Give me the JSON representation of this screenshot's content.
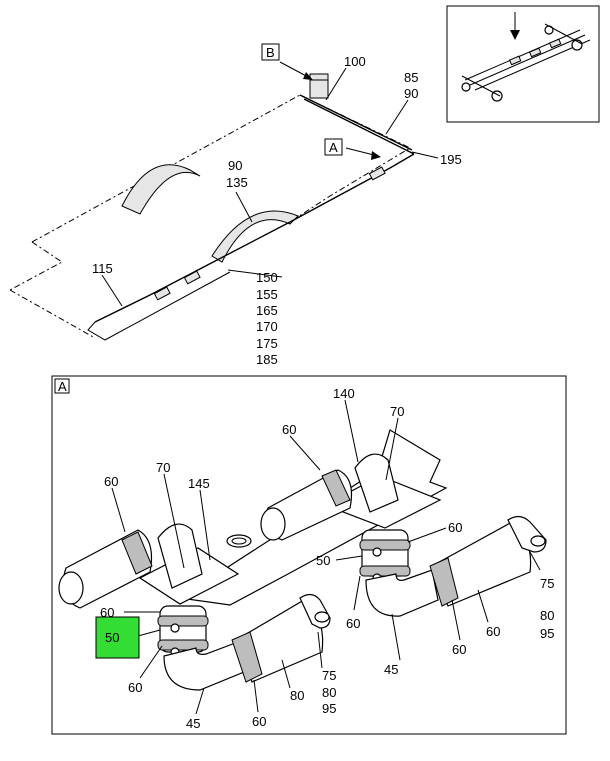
{
  "callouts": {
    "view_b": "B",
    "view_a": "A",
    "detail_a": "A",
    "c100": "100",
    "c85": "85",
    "c90_top": "90",
    "c195": "195",
    "c90_mid": "90",
    "c135": "135",
    "c115": "115",
    "c150": "150",
    "c155": "155",
    "c165": "165",
    "c170": "170",
    "c175": "175",
    "c185": "185",
    "d140": "140",
    "d60_a": "60",
    "d70_r": "70",
    "d60_b": "60",
    "d70_l": "70",
    "d145": "145",
    "d60_c": "60",
    "d50_r": "50",
    "d60_d": "60",
    "d60_e": "60",
    "d60_f": "60",
    "d75_r": "75",
    "d80_r": "80",
    "d95_r": "95",
    "d45_r": "45",
    "d60_g": "60",
    "d50_highlight": "50",
    "d60_h": "60",
    "d45_l": "45",
    "d60_i": "60",
    "d80_l": "80",
    "d75_l": "75",
    "d80_l2": "80",
    "d95_l": "95"
  },
  "colors": {
    "highlight": "#33dd33",
    "line": "#000000"
  }
}
